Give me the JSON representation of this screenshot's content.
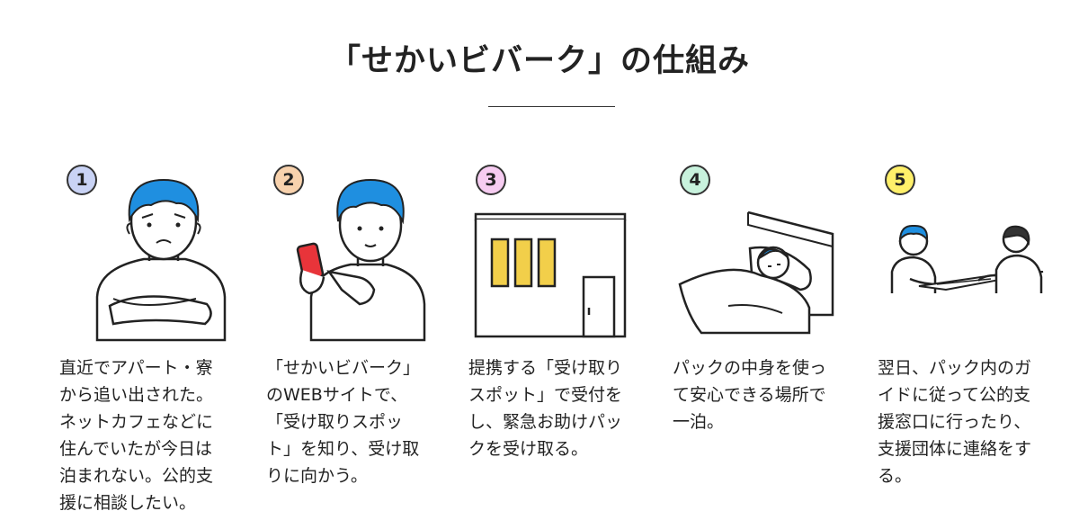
{
  "title": "「せかいビバーク」の仕組み",
  "colors": {
    "hair": "#1f8fe0",
    "stroke": "#222222",
    "phone": "#e8343a",
    "window": "#f2cf4a",
    "badge1": "#c9d3f5",
    "badge2": "#f8d2ad",
    "badge3": "#f6ccf1",
    "badge4": "#c8f2dd",
    "badge5": "#fff06a"
  },
  "steps": [
    {
      "number": "1",
      "text": "直近でアパート・寮\nから追い出された。\nネットカフェなどに\n住んでいたが今日は\n泊まれない。公的支\n援に相談したい。"
    },
    {
      "number": "2",
      "text": "「せかいビバーク」\nのWEBサイトで、\n「受け取りスポッ\nト」を知り、受け取\nりに向かう。"
    },
    {
      "number": "3",
      "text": "提携する「受け取り\nスポット」で受付を\nし、緊急お助けパッ\nクを受け取る。"
    },
    {
      "number": "4",
      "text": "パックの中身を使っ\nて安心できる場所で\n一泊。"
    },
    {
      "number": "5",
      "text": "翌日、パック内のガ\nイドに従って公的支\n援窓口に行ったり、\n支援団体に連絡をす\nる。"
    }
  ]
}
